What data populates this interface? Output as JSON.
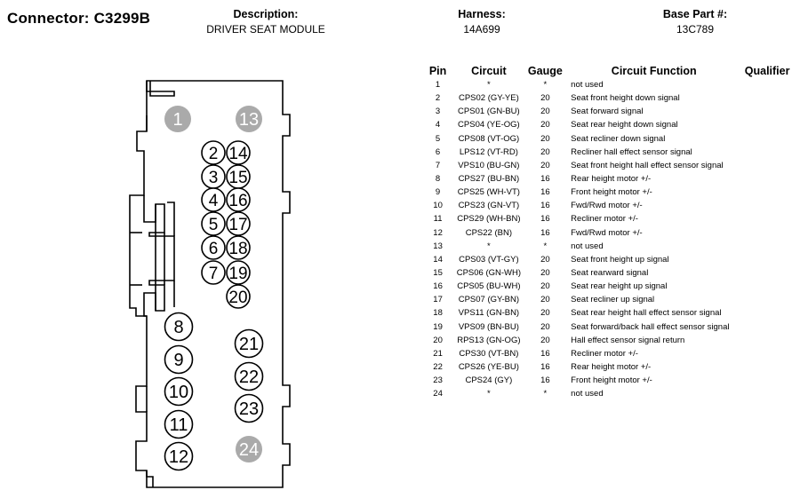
{
  "header": {
    "title": "Connector: C3299B",
    "description_label": "Description:",
    "description_value": "DRIVER SEAT MODULE",
    "harness_label": "Harness:",
    "harness_value": "14A699",
    "base_part_label": "Base Part #:",
    "base_part_value": "13C789"
  },
  "table": {
    "columns": [
      "Pin",
      "Circuit",
      "Gauge",
      "Circuit Function",
      "Qualifier"
    ],
    "rows": [
      {
        "pin": "1",
        "circuit": "*",
        "gauge": "*",
        "function": "not used",
        "qualifier": ""
      },
      {
        "pin": "2",
        "circuit": "CPS02 (GY-YE)",
        "gauge": "20",
        "function": "Seat front height down signal",
        "qualifier": ""
      },
      {
        "pin": "3",
        "circuit": "CPS01 (GN-BU)",
        "gauge": "20",
        "function": "Seat forward signal",
        "qualifier": ""
      },
      {
        "pin": "4",
        "circuit": "CPS04 (YE-OG)",
        "gauge": "20",
        "function": "Seat rear height down signal",
        "qualifier": ""
      },
      {
        "pin": "5",
        "circuit": "CPS08 (VT-OG)",
        "gauge": "20",
        "function": "Seat recliner down signal",
        "qualifier": ""
      },
      {
        "pin": "6",
        "circuit": "LPS12 (VT-RD)",
        "gauge": "20",
        "function": "Recliner hall effect sensor signal",
        "qualifier": ""
      },
      {
        "pin": "7",
        "circuit": "VPS10 (BU-GN)",
        "gauge": "20",
        "function": "Seat front height hall effect sensor signal",
        "qualifier": ""
      },
      {
        "pin": "8",
        "circuit": "CPS27 (BU-BN)",
        "gauge": "16",
        "function": "Rear height motor +/-",
        "qualifier": ""
      },
      {
        "pin": "9",
        "circuit": "CPS25 (WH-VT)",
        "gauge": "16",
        "function": "Front height motor +/-",
        "qualifier": ""
      },
      {
        "pin": "10",
        "circuit": "CPS23 (GN-VT)",
        "gauge": "16",
        "function": "Fwd/Rwd motor +/-",
        "qualifier": ""
      },
      {
        "pin": "11",
        "circuit": "CPS29 (WH-BN)",
        "gauge": "16",
        "function": "Recliner motor +/-",
        "qualifier": ""
      },
      {
        "pin": "12",
        "circuit": "CPS22 (BN)",
        "gauge": "16",
        "function": "Fwd/Rwd motor +/-",
        "qualifier": ""
      },
      {
        "pin": "13",
        "circuit": "*",
        "gauge": "*",
        "function": "not used",
        "qualifier": ""
      },
      {
        "pin": "14",
        "circuit": "CPS03 (VT-GY)",
        "gauge": "20",
        "function": "Seat front height up signal",
        "qualifier": ""
      },
      {
        "pin": "15",
        "circuit": "CPS06 (GN-WH)",
        "gauge": "20",
        "function": "Seat rearward signal",
        "qualifier": ""
      },
      {
        "pin": "16",
        "circuit": "CPS05 (BU-WH)",
        "gauge": "20",
        "function": "Seat rear height up signal",
        "qualifier": ""
      },
      {
        "pin": "17",
        "circuit": "CPS07 (GY-BN)",
        "gauge": "20",
        "function": "Seat recliner up signal",
        "qualifier": ""
      },
      {
        "pin": "18",
        "circuit": "VPS11 (GN-BN)",
        "gauge": "20",
        "function": "Seat rear height hall effect sensor signal",
        "qualifier": ""
      },
      {
        "pin": "19",
        "circuit": "VPS09 (BN-BU)",
        "gauge": "20",
        "function": "Seat forward/back hall effect sensor signal",
        "qualifier": ""
      },
      {
        "pin": "20",
        "circuit": "RPS13 (GN-OG)",
        "gauge": "20",
        "function": "Hall effect sensor signal return",
        "qualifier": ""
      },
      {
        "pin": "21",
        "circuit": "CPS30 (VT-BN)",
        "gauge": "16",
        "function": "Recliner motor +/-",
        "qualifier": ""
      },
      {
        "pin": "22",
        "circuit": "CPS26 (YE-BU)",
        "gauge": "16",
        "function": "Rear height motor +/-",
        "qualifier": ""
      },
      {
        "pin": "23",
        "circuit": "CPS24 (GY)",
        "gauge": "16",
        "function": "Front height motor +/-",
        "qualifier": ""
      },
      {
        "pin": "24",
        "circuit": "*",
        "gauge": "*",
        "function": "not used",
        "qualifier": ""
      }
    ]
  },
  "connector": {
    "pin_labels": [
      "1",
      "2",
      "3",
      "4",
      "5",
      "6",
      "7",
      "8",
      "9",
      "10",
      "11",
      "12",
      "13",
      "14",
      "15",
      "16",
      "17",
      "18",
      "19",
      "20",
      "21",
      "22",
      "23",
      "24"
    ],
    "unused_pins": [
      "1",
      "13",
      "24"
    ],
    "unused_pin_color": "#aaaaaa"
  }
}
